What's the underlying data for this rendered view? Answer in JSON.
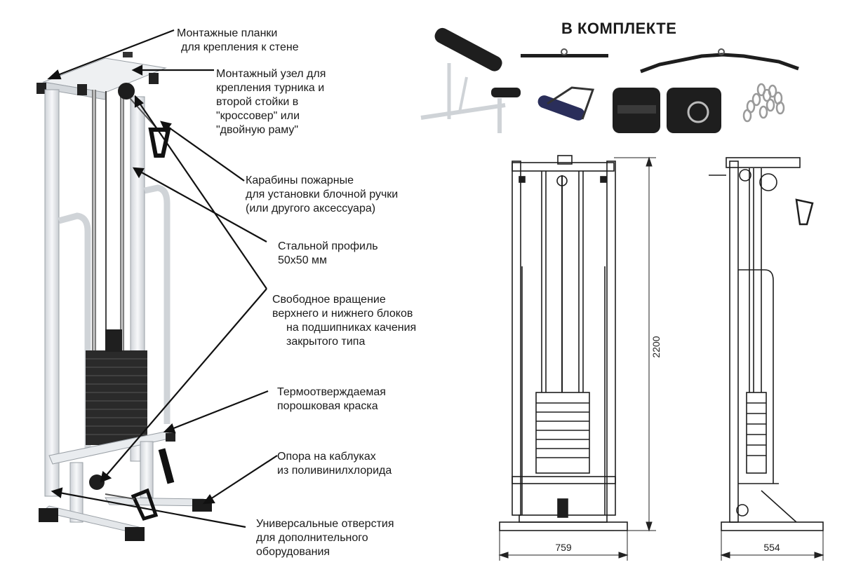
{
  "title": "В КОМПЛЕКТЕ",
  "callouts": [
    {
      "lines": [
        "Монтажные планки",
        "для крепления к стене"
      ]
    },
    {
      "lines": [
        "Монтажный узел для",
        "крепления турника и",
        "второй стойки в",
        "\"кроссовер\" или",
        "\"двойную раму\""
      ]
    },
    {
      "lines": [
        "Карабины пожарные",
        "для установки блочной ручки",
        "(или другого аксессуара)"
      ]
    },
    {
      "lines": [
        "Стальной профиль",
        "50х50 мм"
      ]
    },
    {
      "lines": [
        "Свободное вращение",
        "верхнего и нижнего блоков",
        "на подшипниках качения",
        "закрытого типа"
      ]
    },
    {
      "lines": [
        "Термоотверждаемая",
        "порошковая краска"
      ]
    },
    {
      "lines": [
        "Опора на каблуках",
        "из поливинилхлорида"
      ]
    },
    {
      "lines": [
        "Универсальные отверстия",
        "для дополнительного",
        "оборудования"
      ]
    }
  ],
  "dimensions": {
    "height": "2200",
    "front_width": "759",
    "side_depth": "554"
  },
  "kit_items": [
    "bench-icon",
    "straight-bar-icon",
    "lat-bar-icon",
    "single-handle-icon",
    "ankle-cuffs-icon",
    "chain-icon"
  ]
}
